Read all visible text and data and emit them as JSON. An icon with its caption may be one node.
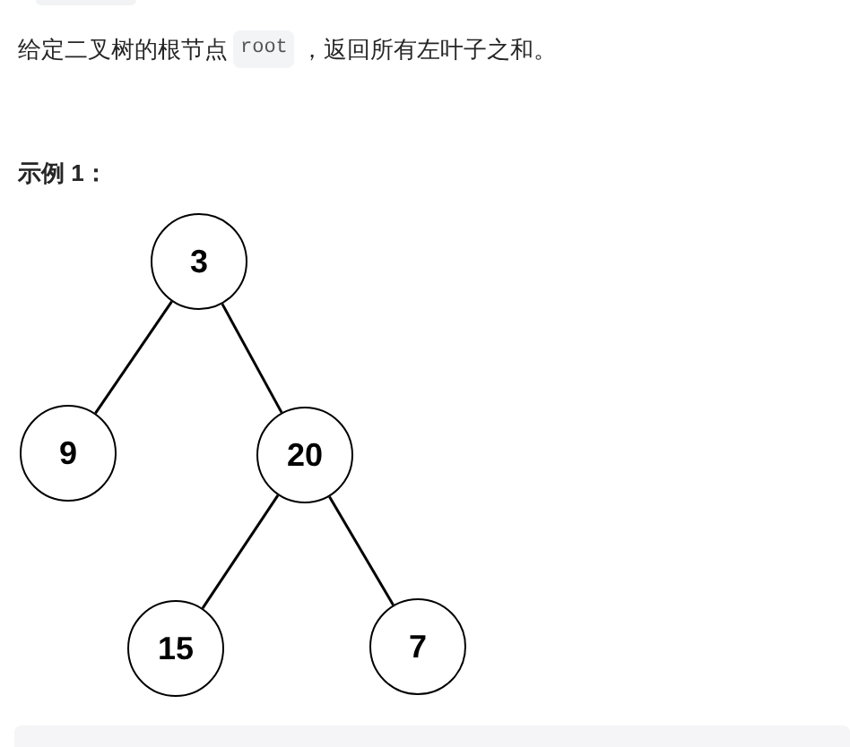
{
  "diagram": {
    "nodes": [
      {
        "text": [
          "3"
        ]
      },
      {
        "text": [
          "9"
        ]
      },
      {
        "text": [
          "20"
        ]
      },
      {
        "text": [
          "15"
        ]
      },
      {
        "text": [
          "7"
        ]
      }
    ],
    "edges": [
      {
        "from": 0,
        "to": 1,
        "arrow": "none"
      },
      {
        "from": 0,
        "to": 2,
        "arrow": "none"
      },
      {
        "from": 2,
        "to": 3,
        "arrow": "none"
      },
      {
        "from": 2,
        "to": 4,
        "arrow": "none"
      }
    ],
    "labels": [
      "给定二叉树的根节点",
      "root",
      "，返回所有左叶子之和。",
      "示例 1："
    ]
  }
}
